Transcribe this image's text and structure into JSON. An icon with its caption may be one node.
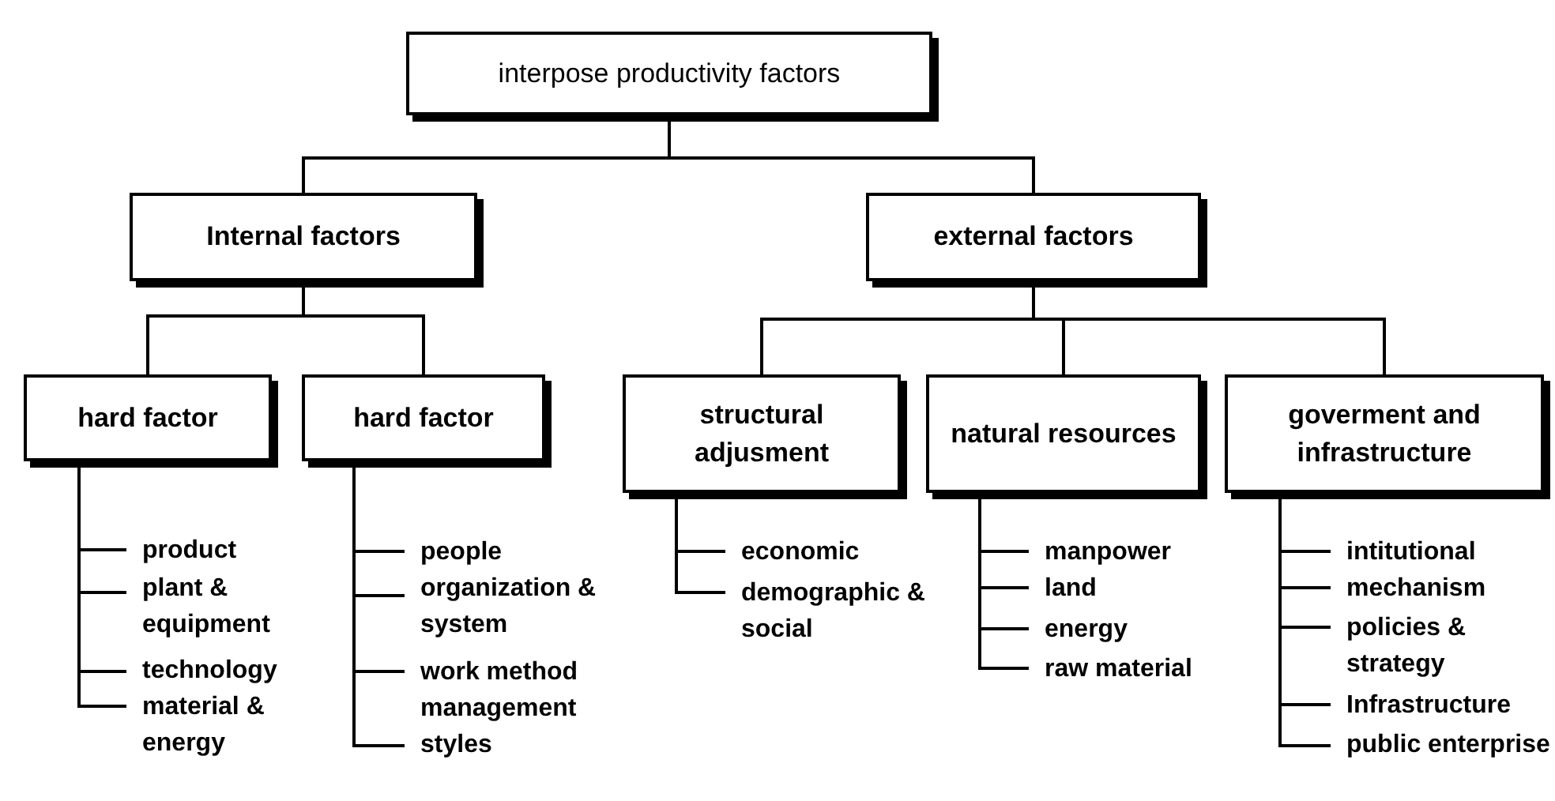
{
  "diagram": {
    "nodes": [
      {
        "text": [
          "interpose productivity factors"
        ]
      },
      {
        "text": [
          "Internal factors"
        ]
      },
      {
        "text": [
          "external factors"
        ]
      },
      {
        "text": [
          "hard factor"
        ]
      },
      {
        "text": [
          "hard factor"
        ]
      },
      {
        "text": [
          "structural adjusment"
        ]
      },
      {
        "text": [
          "natural resources"
        ]
      },
      {
        "text": [
          "goverment and infrastructure"
        ]
      },
      {
        "text": [
          "product"
        ]
      },
      {
        "text": [
          "plant & equipment"
        ]
      },
      {
        "text": [
          "technology"
        ]
      },
      {
        "text": [
          "material & energy"
        ]
      },
      {
        "text": [
          "people"
        ]
      },
      {
        "text": [
          "organization & system"
        ]
      },
      {
        "text": [
          "work method"
        ]
      },
      {
        "text": [
          "management styles"
        ]
      },
      {
        "text": [
          "economic"
        ]
      },
      {
        "text": [
          "demographic & social"
        ]
      },
      {
        "text": [
          "manpower"
        ]
      },
      {
        "text": [
          "land"
        ]
      },
      {
        "text": [
          "energy"
        ]
      },
      {
        "text": [
          "raw material"
        ]
      },
      {
        "text": [
          "intitutional"
        ]
      },
      {
        "text": [
          "mechanism"
        ]
      },
      {
        "text": [
          "policies & strategy"
        ]
      },
      {
        "text": [
          "Infrastructure"
        ]
      },
      {
        "text": [
          "public enterprise"
        ]
      }
    ],
    "edges": [
      {
        "from": 0,
        "to": 1,
        "arrow": "none"
      },
      {
        "from": 0,
        "to": 2,
        "arrow": "none"
      },
      {
        "from": 1,
        "to": 3,
        "arrow": "none"
      },
      {
        "from": 1,
        "to": 4,
        "arrow": "none"
      },
      {
        "from": 2,
        "to": 5,
        "arrow": "none"
      },
      {
        "from": 2,
        "to": 6,
        "arrow": "none"
      },
      {
        "from": 2,
        "to": 7,
        "arrow": "none"
      },
      {
        "from": 3,
        "to": 8,
        "arrow": "none"
      },
      {
        "from": 3,
        "to": 9,
        "arrow": "none"
      },
      {
        "from": 3,
        "to": 10,
        "arrow": "none"
      },
      {
        "from": 3,
        "to": 11,
        "arrow": "none"
      },
      {
        "from": 4,
        "to": 12,
        "arrow": "none"
      },
      {
        "from": 4,
        "to": 13,
        "arrow": "none"
      },
      {
        "from": 4,
        "to": 14,
        "arrow": "none"
      },
      {
        "from": 4,
        "to": 15,
        "arrow": "none"
      },
      {
        "from": 5,
        "to": 16,
        "arrow": "none"
      },
      {
        "from": 5,
        "to": 17,
        "arrow": "none"
      },
      {
        "from": 6,
        "to": 18,
        "arrow": "none"
      },
      {
        "from": 6,
        "to": 19,
        "arrow": "none"
      },
      {
        "from": 6,
        "to": 20,
        "arrow": "none"
      },
      {
        "from": 6,
        "to": 21,
        "arrow": "none"
      },
      {
        "from": 7,
        "to": 22,
        "arrow": "none"
      },
      {
        "from": 7,
        "to": 23,
        "arrow": "none"
      },
      {
        "from": 7,
        "to": 24,
        "arrow": "none"
      },
      {
        "from": 7,
        "to": 25,
        "arrow": "none"
      },
      {
        "from": 7,
        "to": 26,
        "arrow": "none"
      }
    ]
  }
}
